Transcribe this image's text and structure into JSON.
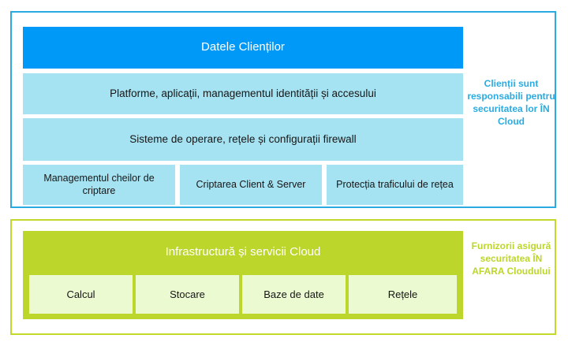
{
  "diagram": {
    "title": "Cloud Shared Responsibility Model",
    "colors": {
      "customer_border": "#29ABE2",
      "customer_primary": "#0099F7",
      "customer_secondary": "#A6E3F2",
      "provider_border": "#C2D92C",
      "provider_primary": "#BDD62B",
      "provider_secondary": "#EBFAD1"
    }
  },
  "customer_section": {
    "data_layer": "Datele Clienților",
    "platform_layer": "Platforme, aplicații, managementul identității și accesului",
    "os_layer": "Sisteme de operare, rețele și configurații firewall",
    "controls": [
      "Managementul cheilor de criptare",
      "Criptarea Client & Server",
      "Protecția traficului de rețea"
    ],
    "caption": "Clienții sunt responsabili pentru securitatea lor ÎN Cloud"
  },
  "provider_section": {
    "infrastructure_layer": "Infrastructură și servicii Cloud",
    "services": [
      "Calcul",
      "Stocare",
      "Baze de date",
      "Rețele"
    ],
    "caption": "Furnizorii asigură securitatea ÎN AFARA Cloudului"
  }
}
